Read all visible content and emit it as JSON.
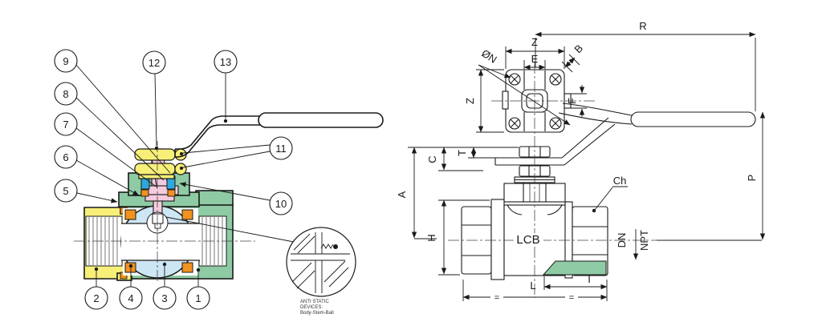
{
  "drawing": {
    "colors": {
      "body_green": "#8ECBA4",
      "cap_yellow": "#F7EF78",
      "stem_pink": "#F6CBDE",
      "packing_blue": "#2FA8DC",
      "seat_orange": "#F2921F",
      "ball_blue": "#CDE6F4",
      "line": "#1A1A1A"
    },
    "left_view": {
      "callouts": [
        {
          "number": "1"
        },
        {
          "number": "2"
        },
        {
          "number": "3"
        },
        {
          "number": "4"
        },
        {
          "number": "5"
        },
        {
          "number": "6"
        },
        {
          "number": "7"
        },
        {
          "number": "8"
        },
        {
          "number": "9"
        },
        {
          "number": "10"
        },
        {
          "number": "11"
        },
        {
          "number": "12"
        },
        {
          "number": "13"
        }
      ],
      "detail_note": {
        "line1": "ANTI STATIC",
        "line2": "DEVICES:",
        "line3": "Body-Stem-Ball"
      }
    },
    "right_view": {
      "labels": {
        "R": "R",
        "Z_top": "Z",
        "E": "E",
        "B": "B",
        "N_diag": "ØN",
        "Z_left": "Z",
        "F": "F",
        "C": "C",
        "T": "T",
        "A": "A",
        "H": "H",
        "P": "P",
        "L": "L",
        "I": "I",
        "DN": "DN",
        "NPT": "NPT",
        "Ch": "Ch",
        "material": "LCB",
        "eq_left": "=",
        "eq_right": "="
      }
    }
  }
}
